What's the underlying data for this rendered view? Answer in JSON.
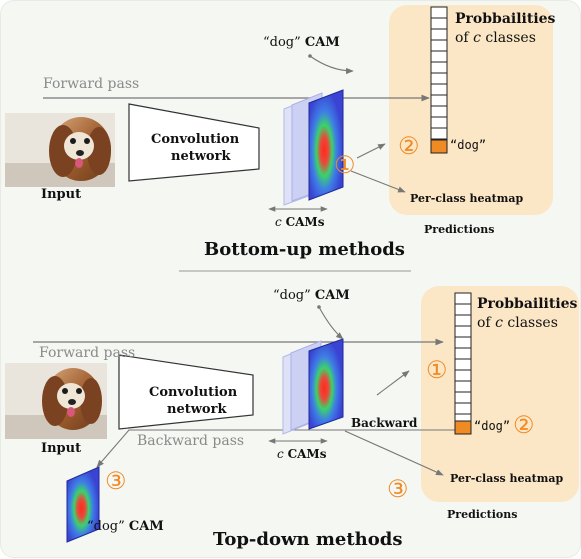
{
  "colors": {
    "panel": "#fbe7c6",
    "accent": "#f08a24",
    "cam_blue": "#3a4fd6",
    "arrow": "#777777"
  },
  "top": {
    "section_title": "Bottom-up methods",
    "input_label": "Input",
    "conv_label_line1": "Convolution",
    "conv_label_line2": "network",
    "forward_pass": "Forward pass",
    "dog_cam_q": "“dog”",
    "dog_cam_word": "CAM",
    "c_cams_c": "c",
    "c_cams_word": "CAMs",
    "prob_title": "Probbailities",
    "prob_sub_of": "of",
    "prob_sub_c": "c",
    "prob_sub_classes": "classes",
    "dog_class": "“dog”",
    "heatmap_label": "Per-class heatmap",
    "predictions": "Predictions",
    "num1": "①",
    "num2": "②"
  },
  "bottom": {
    "section_title": "Top-down methods",
    "input_label": "Input",
    "conv_label_line1": "Convolution",
    "conv_label_line2": "network",
    "forward_pass": "Forward pass",
    "backward_pass": "Backward pass",
    "backward": "Backward",
    "dog_cam_q": "“dog”",
    "dog_cam_word": "CAM",
    "c_cams_c": "c",
    "c_cams_word": "CAMs",
    "prob_title": "Probbailities",
    "prob_sub_of": "of",
    "prob_sub_c": "c",
    "prob_sub_classes": "classes",
    "dog_class": "“dog”",
    "heatmap_label": "Per-class heatmap",
    "predictions": "Predictions",
    "cam_out_q": "“dog”",
    "cam_out_word": "CAM",
    "num1": "①",
    "num2": "②",
    "num3a": "③",
    "num3b": "③"
  }
}
